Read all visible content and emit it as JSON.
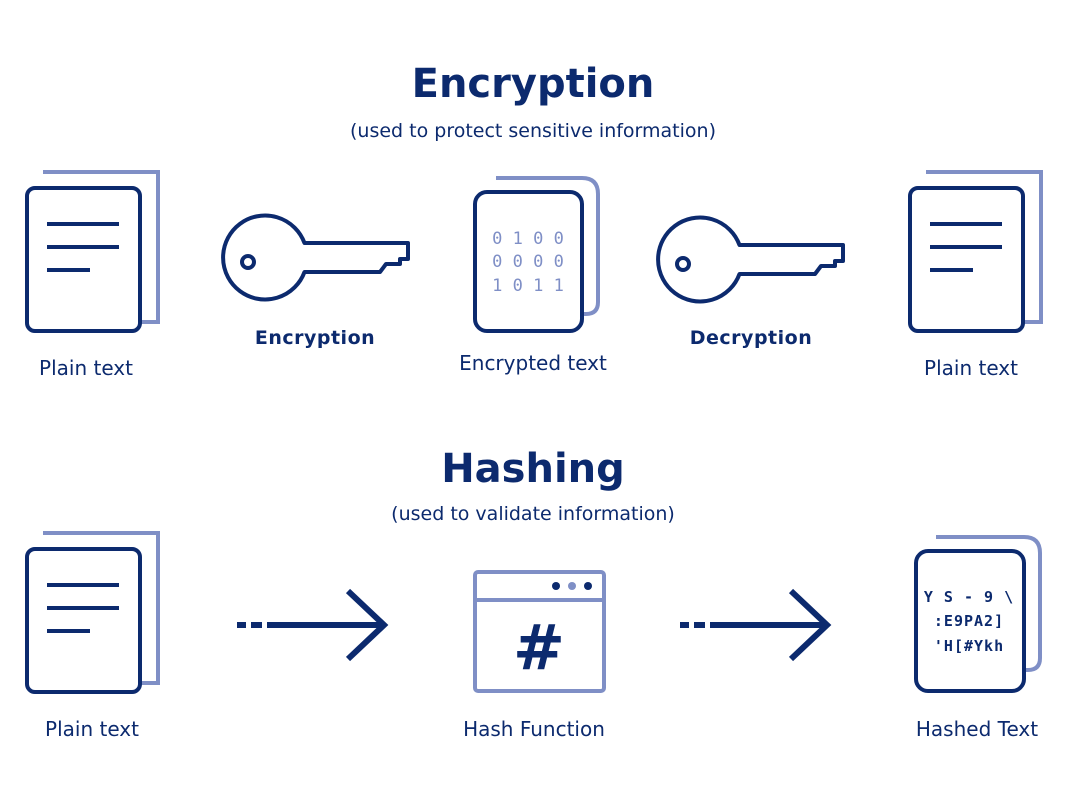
{
  "colors": {
    "primary": "#0c2a6e",
    "accent": "#7f8fc6"
  },
  "encryption": {
    "title": "Encryption",
    "subtitle": "(used to protect sensitive information)",
    "plain_text_left": "Plain text",
    "encrypt_label": "Encryption",
    "encrypted_text": "Encrypted text",
    "decrypt_label": "Decryption",
    "plain_text_right": "Plain text",
    "binary_rows": [
      "0 1 0 0",
      "0 0 0 0",
      "1 0 1 1"
    ]
  },
  "hashing": {
    "title": "Hashing",
    "subtitle": "(used to validate information)",
    "plain_text": "Plain text",
    "hash_function": "Hash Function",
    "hash_symbol": "#",
    "hashed_text": "Hashed Text",
    "hashed_rows": [
      "Y S - 9 \\",
      ":E9PA2]",
      "'H[#Ykh"
    ]
  }
}
